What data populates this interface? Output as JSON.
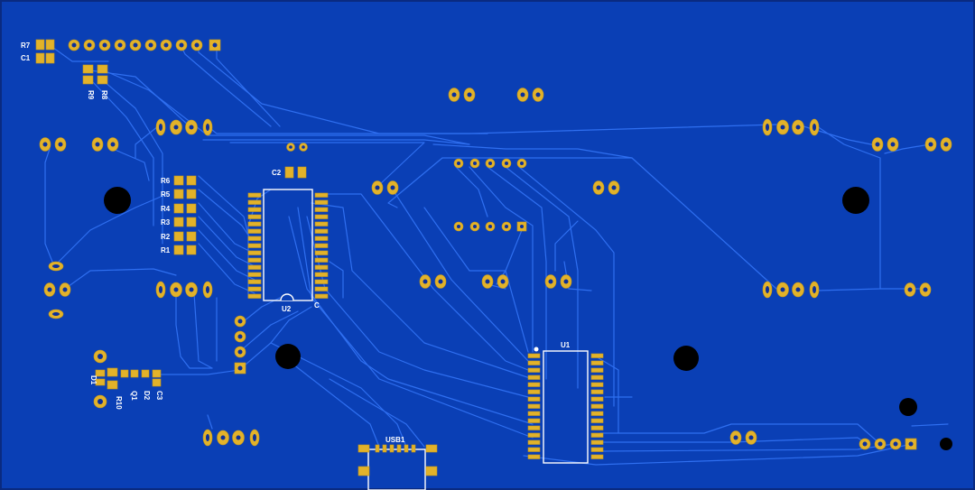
{
  "board": {
    "background": "#0a3fb5",
    "trace_color": "#2f6ff0",
    "pad_color": "#e2b22a",
    "silkscreen_color": "#ffffff"
  },
  "labels": {
    "r7": "R7",
    "c1": "C1",
    "r9": "R9",
    "r8": "R8",
    "c2": "C2",
    "r6": "R6",
    "r5": "R5",
    "r4": "R4",
    "r3": "R3",
    "r2": "R2",
    "r1": "R1",
    "u2": "U2",
    "u2_pin1": "C",
    "u1": "U1",
    "d1": "D1",
    "r10": "R10",
    "q1": "Q1",
    "d2": "D2",
    "c3": "C3",
    "usb1": "USB1"
  }
}
